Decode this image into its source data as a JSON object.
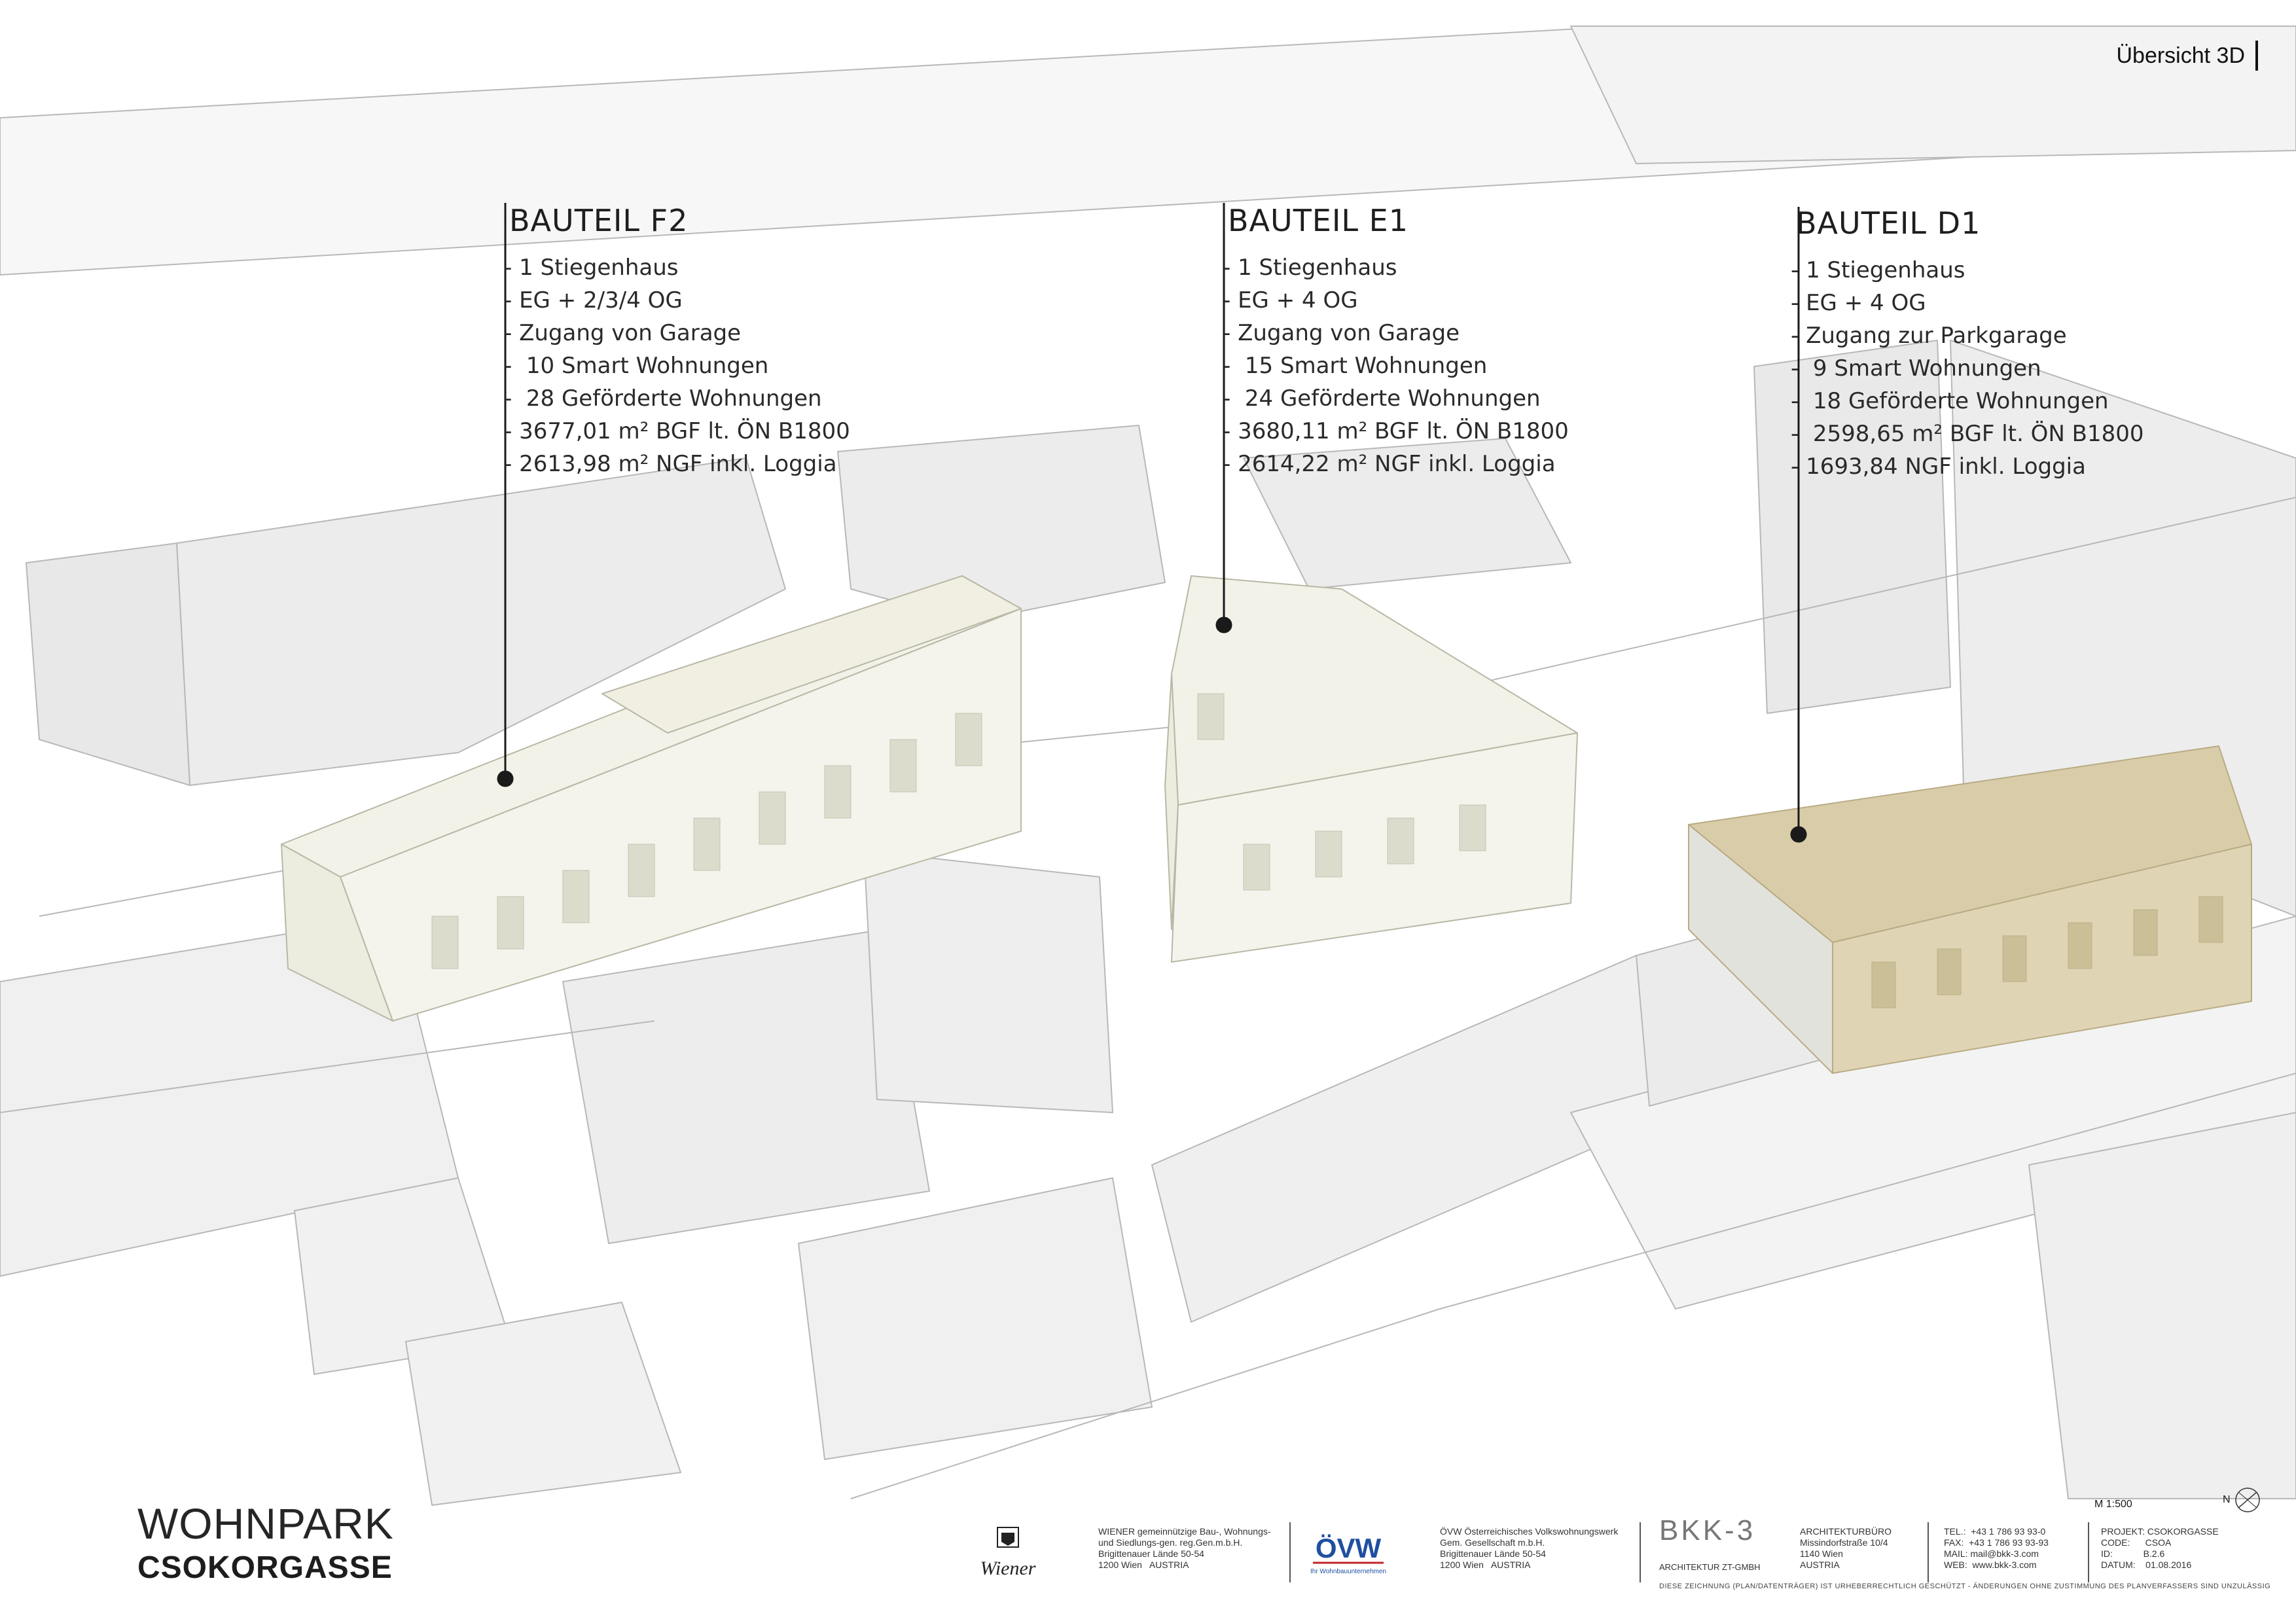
{
  "sheet": {
    "title": "Übersicht 3D"
  },
  "callouts": {
    "f2": {
      "title": "BAUTEIL F2",
      "lines": [
        "- 1 Stiegenhaus",
        "- EG + 2/3/4 OG",
        "- Zugang von Garage",
        "-  10 Smart Wohnungen",
        "-  28 Geförderte Wohnungen",
        "- 3677,01 m² BGF lt. ÖN B1800",
        "- 2613,98 m² NGF inkl. Loggia"
      ]
    },
    "e1": {
      "title": "BAUTEIL E1",
      "lines": [
        "- 1 Stiegenhaus",
        "- EG + 4 OG",
        "- Zugang von Garage",
        "-  15 Smart Wohnungen",
        "-  24 Geförderte Wohnungen",
        "- 3680,11 m² BGF lt. ÖN B1800",
        "- 2614,22 m² NGF inkl. Loggia"
      ]
    },
    "d1": {
      "title": "BAUTEIL D1",
      "lines": [
        "- 1 Stiegenhaus",
        "- EG + 4 OG",
        "- Zugang zur Parkgarage",
        "-  9 Smart Wohnungen",
        "-  18 Geförderte Wohnungen",
        "-  2598,65 m² BGF lt. ÖN B1800",
        "- 1693,84 NGF inkl. Loggia"
      ]
    }
  },
  "project": {
    "line1": "WOHNPARK",
    "line2": "CSOKORGASSE"
  },
  "scale": "M 1:500",
  "north_label": "N",
  "footer": {
    "wiener_logo_text": "Wiener",
    "wiener_text": "WIENER gemeinnützige Bau-, Wohnungs-\nund Siedlungs-gen. reg.Gen.m.b.H.\nBrigittenauer Lände 50-54\n1200 Wien   AUSTRIA",
    "ovw_logo_text": "ÖVW",
    "ovw_tagline": "Ihr Wohnbauunternehmen",
    "ovw_text": "ÖVW Österreichisches Volkswohnungswerk\nGem. Gesellschaft m.b.H.\nBrigittenauer Lände 50-54\n1200 Wien   AUSTRIA",
    "bkk_logo": "BKK-3",
    "bkk_sub": "ARCHITEKTUR ZT-GMBH",
    "office_text": "ARCHITEKTURBÜRO\nMissindorfstraße 10/4\n1140 Wien\nAUSTRIA",
    "contact_text": "TEL.:  +43 1 786 93 93-0\nFAX:  +43 1 786 93 93-93\nMAIL: mail@bkk-3.com\nWEB:  www.bkk-3.com",
    "project_meta": "PROJEKT: CSOKORGASSE\nCODE:      CSOA\nID:            B.2.6\nDATUM:    01.08.2016",
    "copyright": "DIESE ZEICHNUNG (PLAN/DATENTRÄGER) IST URHEBERRECHTLICH GESCHÜTZT - ÄNDERUNGEN OHNE ZUSTIMMUNG DES PLANVERFASSERS SIND UNZULÄSSIG"
  },
  "colors": {
    "highlight": "#d8ccaa",
    "building": "#f2f2ea",
    "context": "#ebebeb",
    "line": "#b5b5b5"
  }
}
